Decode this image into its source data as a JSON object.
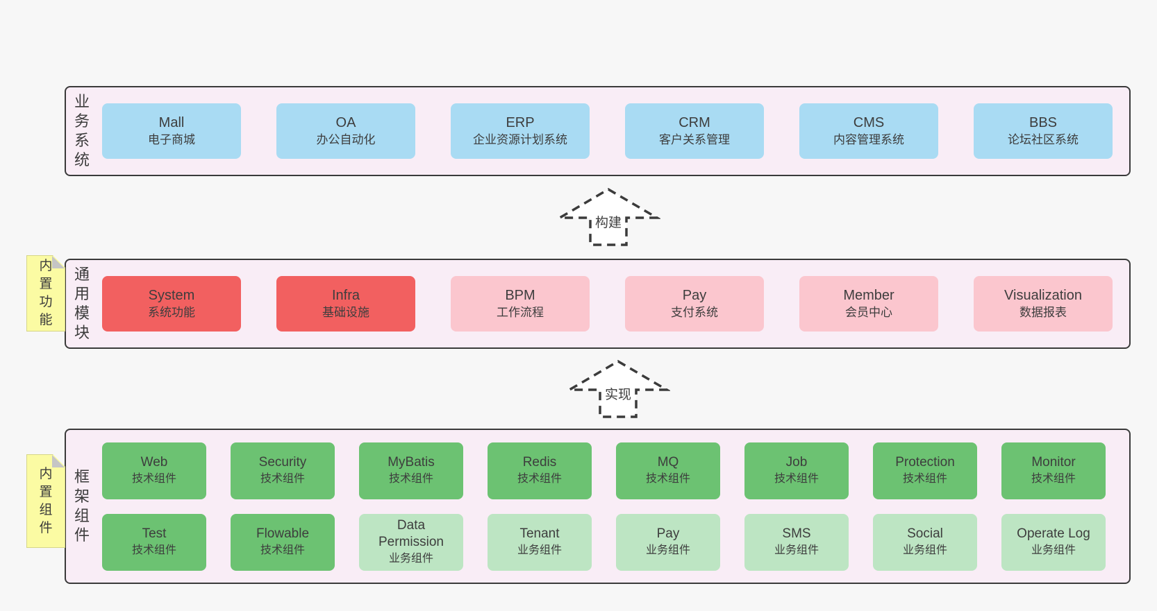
{
  "colors": {
    "page_bg": "#f7f7f7",
    "layer_bg": "#f9edf6",
    "layer_border": "#3a3a3a",
    "box_blue": "#a9dbf3",
    "box_red": "#f26060",
    "box_pink": "#fbc6ce",
    "box_green": "#6cc272",
    "box_light_green": "#bde5c3",
    "tag_yellow": "#fbfba3",
    "text": "#3d3d3d"
  },
  "arrows": [
    {
      "label": "构建"
    },
    {
      "label": "实现"
    }
  ],
  "layers": [
    {
      "label": "业务系统",
      "boxes": [
        {
          "title": "Mall",
          "subtitle": "电子商城",
          "variant": "blue"
        },
        {
          "title": "OA",
          "subtitle": "办公自动化",
          "variant": "blue"
        },
        {
          "title": "ERP",
          "subtitle": "企业资源计划系统",
          "variant": "blue"
        },
        {
          "title": "CRM",
          "subtitle": "客户关系管理",
          "variant": "blue"
        },
        {
          "title": "CMS",
          "subtitle": "内容管理系统",
          "variant": "blue"
        },
        {
          "title": "BBS",
          "subtitle": "论坛社区系统",
          "variant": "blue"
        }
      ]
    },
    {
      "label": "通用模块",
      "tag": "内置功能",
      "boxes": [
        {
          "title": "System",
          "subtitle": "系统功能",
          "variant": "red"
        },
        {
          "title": "Infra",
          "subtitle": "基础设施",
          "variant": "red"
        },
        {
          "title": "BPM",
          "subtitle": "工作流程",
          "variant": "pink"
        },
        {
          "title": "Pay",
          "subtitle": "支付系统",
          "variant": "pink"
        },
        {
          "title": "Member",
          "subtitle": "会员中心",
          "variant": "pink"
        },
        {
          "title": "Visualization",
          "subtitle": "数据报表",
          "variant": "pink"
        }
      ]
    },
    {
      "label": "框架组件",
      "tag": "内置组件",
      "rows": [
        [
          {
            "title": "Web",
            "subtitle": "技术组件",
            "variant": "green"
          },
          {
            "title": "Security",
            "subtitle": "技术组件",
            "variant": "green"
          },
          {
            "title": "MyBatis",
            "subtitle": "技术组件",
            "variant": "green"
          },
          {
            "title": "Redis",
            "subtitle": "技术组件",
            "variant": "green"
          },
          {
            "title": "MQ",
            "subtitle": "技术组件",
            "variant": "green"
          },
          {
            "title": "Job",
            "subtitle": "技术组件",
            "variant": "green"
          },
          {
            "title": "Protection",
            "subtitle": "技术组件",
            "variant": "green"
          },
          {
            "title": "Monitor",
            "subtitle": "技术组件",
            "variant": "green"
          }
        ],
        [
          {
            "title": "Test",
            "subtitle": "技术组件",
            "variant": "green"
          },
          {
            "title": "Flowable",
            "subtitle": "技术组件",
            "variant": "green"
          },
          {
            "title": "Data Permission",
            "subtitle": "业务组件",
            "variant": "light-green"
          },
          {
            "title": "Tenant",
            "subtitle": "业务组件",
            "variant": "light-green"
          },
          {
            "title": "Pay",
            "subtitle": "业务组件",
            "variant": "light-green"
          },
          {
            "title": "SMS",
            "subtitle": "业务组件",
            "variant": "light-green"
          },
          {
            "title": "Social",
            "subtitle": "业务组件",
            "variant": "light-green"
          },
          {
            "title": "Operate Log",
            "subtitle": "业务组件",
            "variant": "light-green"
          }
        ]
      ]
    }
  ]
}
